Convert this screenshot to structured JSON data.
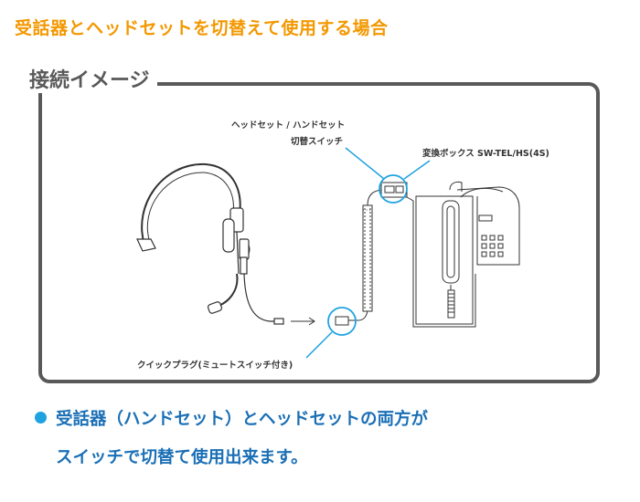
{
  "heading": "受話器とヘッドセットを切替えて使用する場合",
  "frame_title": "接続イメージ",
  "labels": {
    "switch_line1": "ヘッドセット / ハンドセット",
    "switch_line2": "切替スイッチ",
    "converter": "変換ボックス SW-TEL/HS(4S)",
    "plug": "クイックプラグ(ミュートスイッチ付き)"
  },
  "bullet": {
    "line1": "受話器（ハンドセット）とヘッドセットの両方が",
    "line2": "スイッチで切替て使用出来ます。"
  },
  "colors": {
    "heading": "#f39800",
    "frame": "#595959",
    "callout": "#1fa2e0",
    "bullet_text": "#1a6fb6"
  },
  "icons": [
    "headset-icon",
    "telephone-icon",
    "converter-box-icon",
    "quick-plug-icon",
    "arrow-right-icon"
  ]
}
